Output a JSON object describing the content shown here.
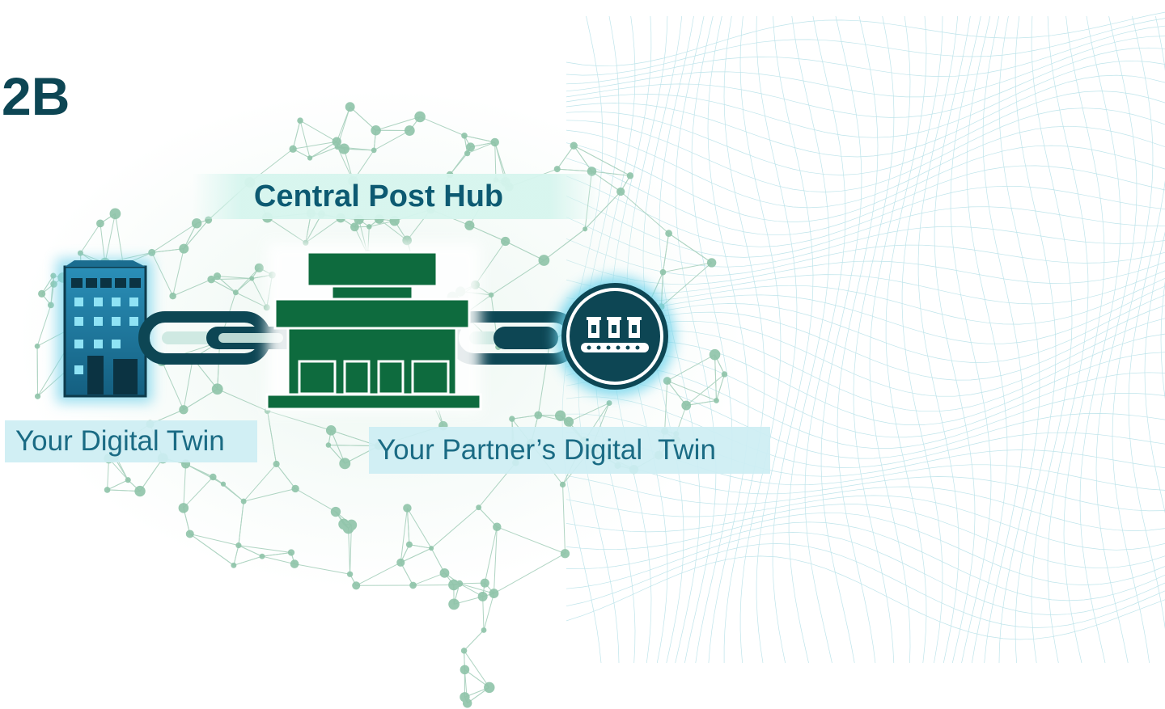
{
  "diagram": {
    "slide_code": "2B",
    "hub_label": "Central Post Hub",
    "left_label": "Your Digital Twin",
    "right_label": "Your Partner’s Digital  Twin"
  },
  "colors": {
    "dark_teal": "#0d4654",
    "hub_green": "#0e6b3e",
    "label_blue": "#1a6b84",
    "network_green": "#8fc4a9",
    "mesh_blue": "#9fd6e0",
    "building_blue": "#1f7fa6"
  },
  "icons": {
    "left": "office-building-icon",
    "center": "post-office-building-icon",
    "right": "conveyor-belt-icon",
    "link": "chain-link-icon"
  }
}
